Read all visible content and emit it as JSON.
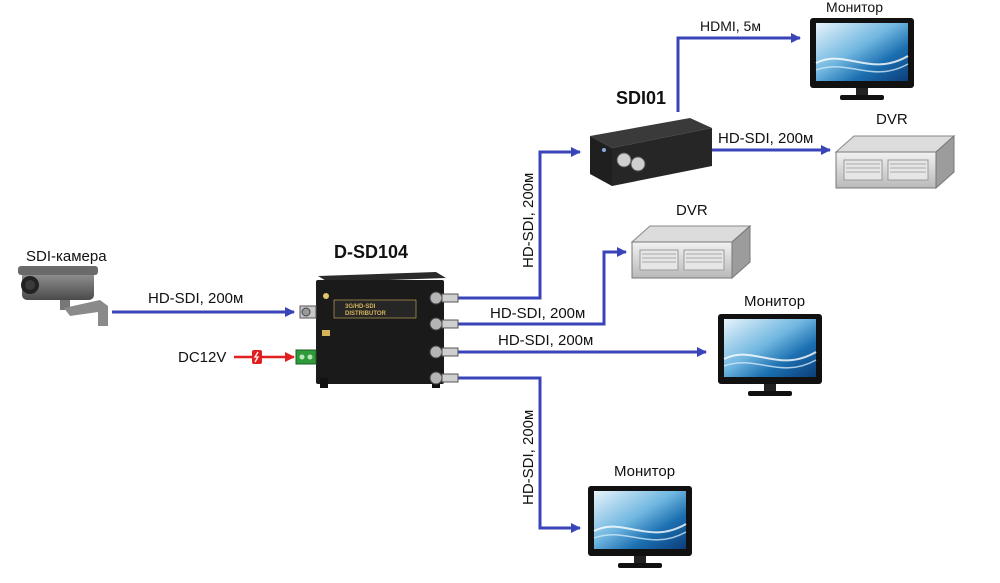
{
  "devices": {
    "camera": {
      "label": "SDI-камера"
    },
    "distributor": {
      "label": "D-SD104",
      "panel_line1": "3G/HD-SDI",
      "panel_line2": "DISTRIBUTOR"
    },
    "converter": {
      "label": "SDI01"
    },
    "monitor_top": {
      "label": "Монитор"
    },
    "dvr_top": {
      "label": "DVR"
    },
    "dvr_mid": {
      "label": "DVR"
    },
    "monitor_mid": {
      "label": "Монитор"
    },
    "monitor_bottom": {
      "label": "Монитор"
    }
  },
  "links": {
    "camera_to_distributor": "HD-SDI, 200м",
    "power": "DC12V",
    "distributor_to_converter": "HD-SDI, 200м",
    "converter_to_monitor": "HDMI, 5м",
    "converter_to_dvr": "HD-SDI, 200м",
    "distributor_to_dvr": "HD-SDI, 200м",
    "distributor_to_monitor": "HD-SDI, 200м",
    "distributor_to_monitor_bottom": "HD-SDI, 200м"
  },
  "colors": {
    "connection": "#3a44b8",
    "power": "#e02020",
    "device_body": "#1a1a1a",
    "device_text": "#d6b25a"
  }
}
